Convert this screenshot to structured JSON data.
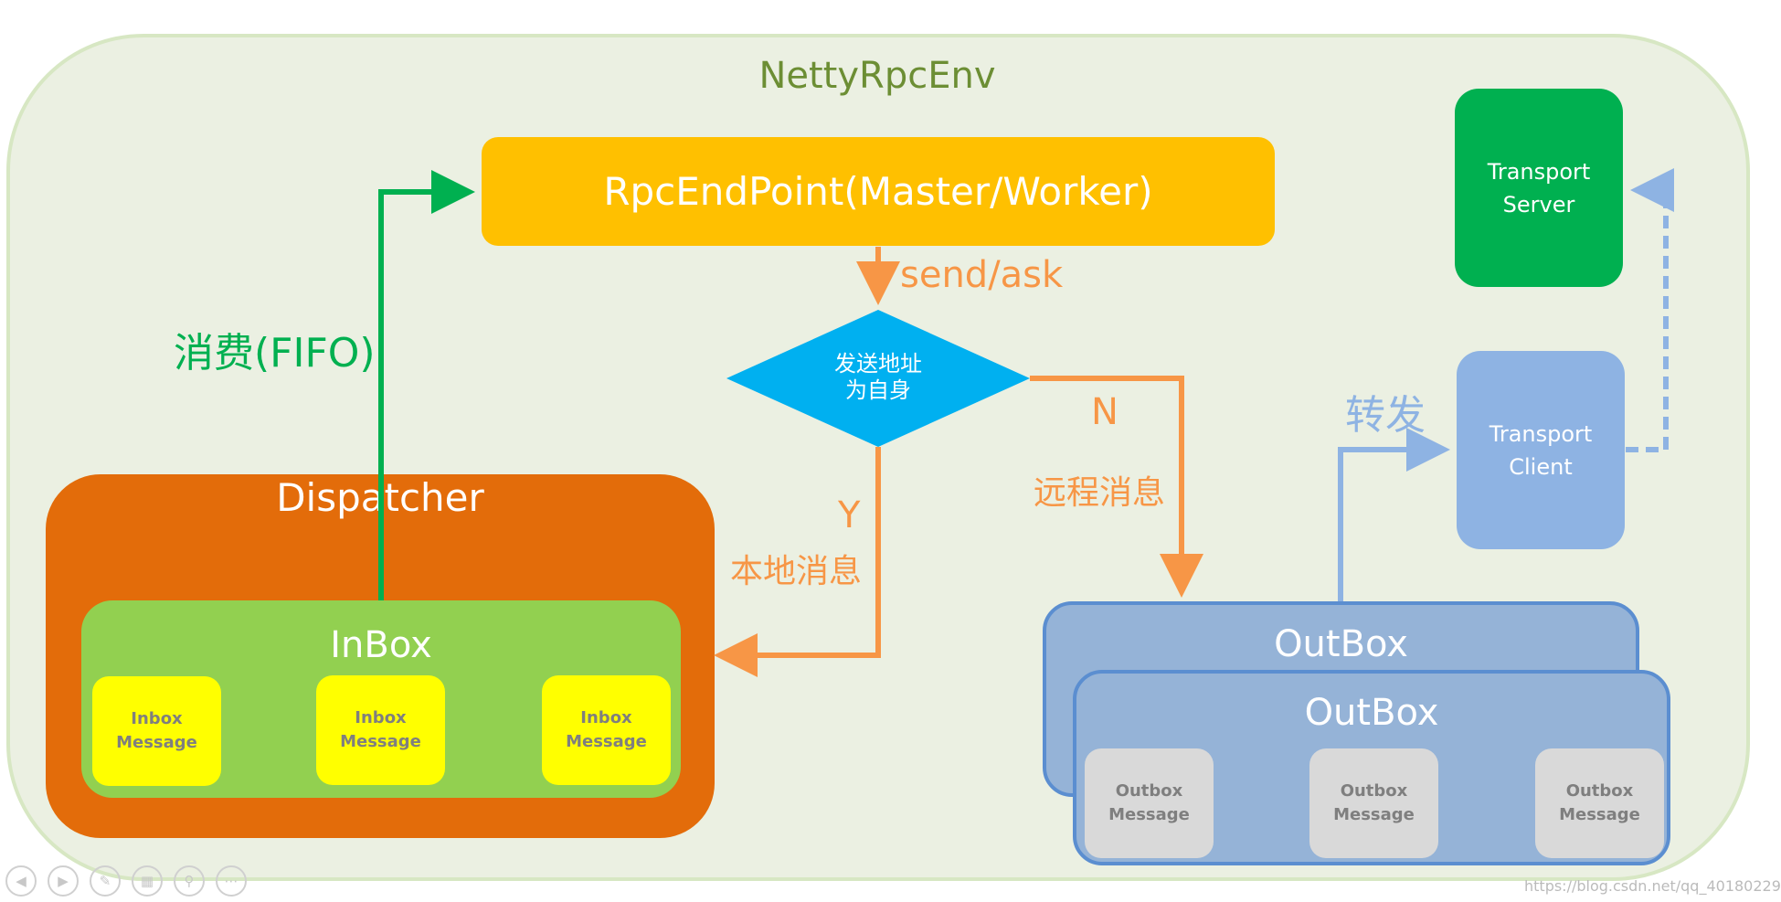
{
  "env": {
    "title": "NettyRpcEnv"
  },
  "rpc_endpoint": {
    "label": "RpcEndPoint(Master/Worker)"
  },
  "transport_server": {
    "line1": "Transport",
    "line2": "Server"
  },
  "transport_client": {
    "line1": "Transport",
    "line2": "Client"
  },
  "decision": {
    "line1": "发送地址",
    "line2": "为自身"
  },
  "labels": {
    "send_ask": "send/ask",
    "consume": "消费(FIFO)",
    "no": "N",
    "remote": "远程消息",
    "yes": "Y",
    "local": "本地消息",
    "forward": "转发"
  },
  "dispatcher": {
    "title": "Dispatcher",
    "inbox_title": "InBox",
    "messages": [
      {
        "line1": "Inbox",
        "line2": "Message"
      },
      {
        "line1": "Inbox",
        "line2": "Message"
      },
      {
        "line1": "Inbox",
        "line2": "Message"
      }
    ]
  },
  "outbox": {
    "back_title": "OutBox",
    "front_title": "OutBox",
    "messages": [
      {
        "line1": "Outbox",
        "line2": "Message"
      },
      {
        "line1": "Outbox",
        "line2": "Message"
      },
      {
        "line1": "Outbox",
        "line2": "Message"
      }
    ]
  },
  "watermark": "https://blog.csdn.net/qq_40180229",
  "colors": {
    "env_fill": "#EBF0E2",
    "rpc": "#FFC000",
    "server": "#00B050",
    "client": "#8EB3E3",
    "dispatcher": "#E36C0A",
    "inbox": "#92D050",
    "inbox_msg": "#FFFF00",
    "outbox": "#95B3D7",
    "outbox_msg": "#D9D9D9",
    "decision": "#00B0F0",
    "orange_arrow": "#F79646",
    "green_arrow": "#00B050",
    "blue_arrow": "#8EB3E3"
  },
  "nav_icons": [
    "prev-icon",
    "next-icon",
    "pen-icon",
    "slides-icon",
    "zoom-icon",
    "more-icon"
  ]
}
